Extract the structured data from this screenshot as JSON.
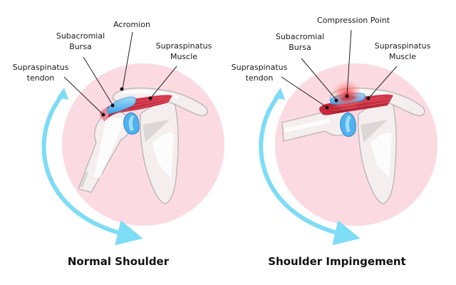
{
  "colors": {
    "background_disc": "#fbdbe1",
    "arrow": "#7ddcf6",
    "muscle": "#c8283a",
    "muscle_dark": "#a01c2d",
    "bursa": "#6cc7f2",
    "bursa_dark": "#3d97e0",
    "labrum": "#4fb1ee",
    "inflammation": "#ff2a2a",
    "text": "#111111"
  },
  "panels": [
    {
      "id": "normal",
      "caption": "Normal Shoulder",
      "labels": {
        "acromion": "Acromion",
        "bursa_line1": "Subacromial",
        "bursa_line2": "Bursa",
        "muscle_line1": "Supraspinatus",
        "muscle_line2": "Muscle",
        "tendon_line1": "Supraspinatus",
        "tendon_line2": "tendon"
      }
    },
    {
      "id": "impingement",
      "caption": "Shoulder Impingement",
      "labels": {
        "compression": "Compression Point",
        "bursa_line1": "Subacromial",
        "bursa_line2": "Bursa",
        "muscle_line1": "Supraspinatus",
        "muscle_line2": "Muscle",
        "tendon_line1": "Supraspinatus",
        "tendon_line2": "tendon"
      }
    }
  ]
}
